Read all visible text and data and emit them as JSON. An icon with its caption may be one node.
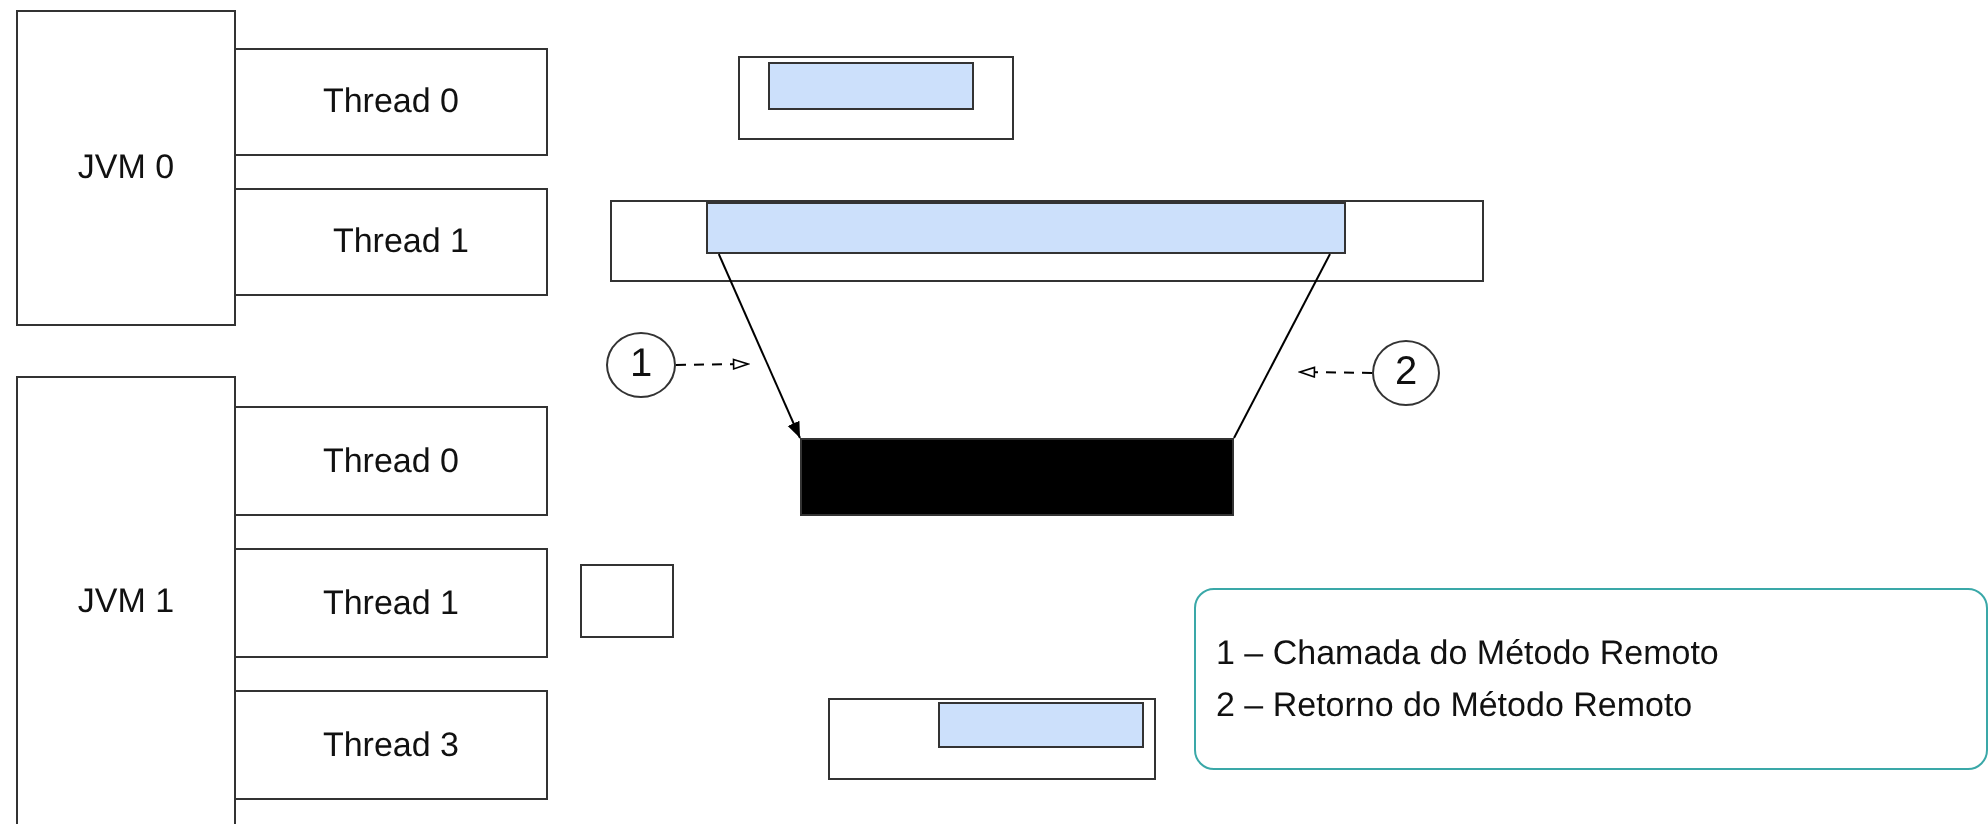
{
  "diagram": {
    "nodes": [
      {
        "text": [
          "JVM 0"
        ]
      },
      {
        "text": [
          "Thread 0"
        ]
      },
      {
        "text": [
          "Thread 1"
        ]
      },
      {
        "text": [],
        "shape": "box"
      },
      {
        "text": [],
        "shape": "box",
        "in": 3
      },
      {
        "text": [],
        "shape": "box"
      },
      {
        "text": [],
        "shape": "box",
        "in": 5
      },
      {
        "text": [
          "1"
        ]
      },
      {
        "text": [
          "2"
        ]
      },
      {
        "text": [],
        "shape": "box"
      },
      {
        "text": [
          "JVM 1"
        ]
      },
      {
        "text": [
          "Thread 0"
        ]
      },
      {
        "text": [
          "Thread 1"
        ]
      },
      {
        "text": [],
        "shape": "box"
      },
      {
        "text": [
          "1 – Chamada do Método Remoto",
          "2 – Retorno do Método Remoto"
        ]
      },
      {
        "text": [],
        "shape": "box"
      },
      {
        "text": [],
        "shape": "box",
        "in": 15
      },
      {
        "text": [
          "Thread 3"
        ]
      }
    ],
    "edges": [
      {
        "from": 6,
        "to": 9,
        "arrow": "to"
      },
      {
        "from": 9,
        "to": 6,
        "arrow": "none"
      },
      {
        "from": 7,
        "to": null,
        "arrow": "to",
        "style": "dashed"
      },
      {
        "from": 8,
        "to": null,
        "arrow": "to",
        "style": "dashed"
      }
    ]
  }
}
